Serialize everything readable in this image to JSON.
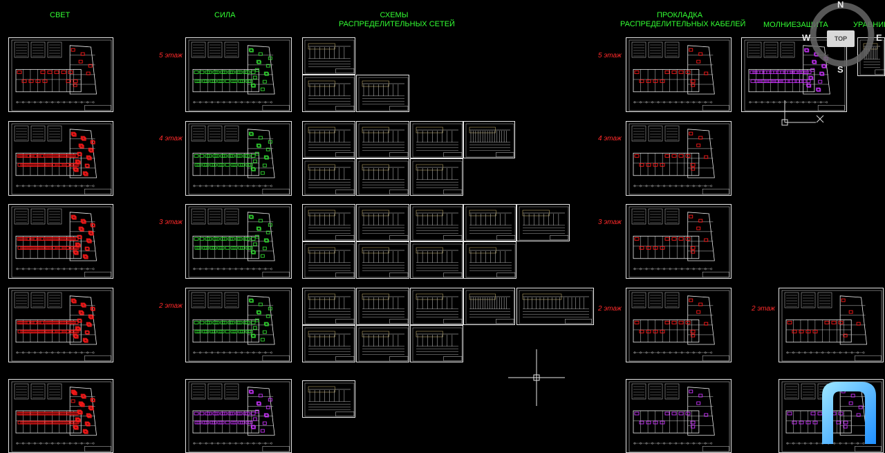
{
  "headers": {
    "svet": "СВЕТ",
    "sila": "СИЛА",
    "schemes_l1": "СХЕМЫ",
    "schemes_l2": "РАСПРЕДЕЛИТЕЛЬНЫХ СЕТЕЙ",
    "cables_l1": "ПРОКЛАДКА",
    "cables_l2": "РАСПРЕДЕЛИТЕЛЬНЫХ КАБЕЛЕЙ",
    "lightning": "МОЛНИЕЗАЩИТА",
    "equalizing": "УРАВНИВ"
  },
  "floors": {
    "f5": "5 этаж",
    "f4": "4 этаж",
    "f3": "3 этаж",
    "f2": "2 этаж"
  },
  "viewcube": {
    "north": "N",
    "west": "W",
    "east": "E",
    "south": "S",
    "top": "TOP"
  },
  "colors": {
    "header_green": "#33ff33",
    "floor_red": "#ff2a2a",
    "sheet_border": "#e8e8e8",
    "plan_red": "#ff1a1a",
    "plan_green": "#33dd33",
    "plan_magenta": "#cc33ff",
    "background": "#000000"
  }
}
